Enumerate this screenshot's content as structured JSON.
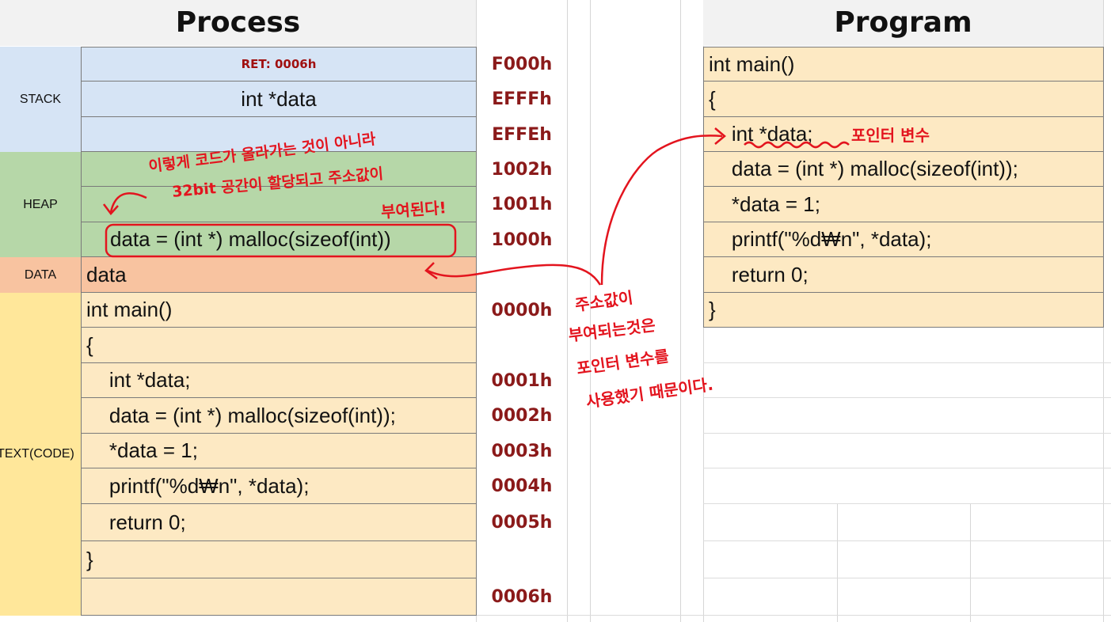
{
  "process": {
    "title": "Process",
    "segments": {
      "stack": "STACK",
      "heap": "HEAP",
      "data": "DATA",
      "text": "TEXT(CODE)"
    },
    "stack_cells": [
      "RET: 0006h",
      "int *data",
      ""
    ],
    "heap_cells": [
      "",
      "",
      "data = (int *) malloc(sizeof(int))"
    ],
    "data_cell": "data",
    "text_cells": [
      "int main()",
      "{",
      "    int *data;",
      "    data = (int *) malloc(sizeof(int));",
      "    *data = 1;",
      "    printf(\"%d₩n\", *data);",
      "    return 0;",
      "}",
      ""
    ]
  },
  "addresses": {
    "stack": [
      "F000h",
      "EFFFh",
      "EFFEh"
    ],
    "heap": [
      "1002h",
      "1001h",
      "1000h"
    ],
    "data": "",
    "text": [
      "0000h",
      "",
      "0001h",
      "0002h",
      "0003h",
      "0004h",
      "0005h",
      "",
      "0006h"
    ]
  },
  "program": {
    "title": "Program",
    "lines": [
      "int main()",
      "{",
      "    int *data;",
      "    data = (int *) malloc(sizeof(int));",
      "    *data = 1;",
      "    printf(\"%d₩n\", *data);",
      "    return 0;",
      "}"
    ]
  },
  "annotations": {
    "heap_note": [
      "이렇게 코드가 올라가는 것이 아니라",
      "32bit 공간이 할당되고 주소값이",
      "부여된다!"
    ],
    "pointer_label": "포인터 변수",
    "center_note": [
      "주소값이",
      "부여되는것은",
      "포인터 변수를",
      "사용했기 때문이다."
    ]
  },
  "colors": {
    "stack": "#d6e4f5",
    "heap": "#b6d7a8",
    "data": "#f8c3a0",
    "text": "#ffe79a",
    "code_cell": "#fde9c3",
    "address": "#8b1a1a",
    "annotation": "#e3141e"
  }
}
